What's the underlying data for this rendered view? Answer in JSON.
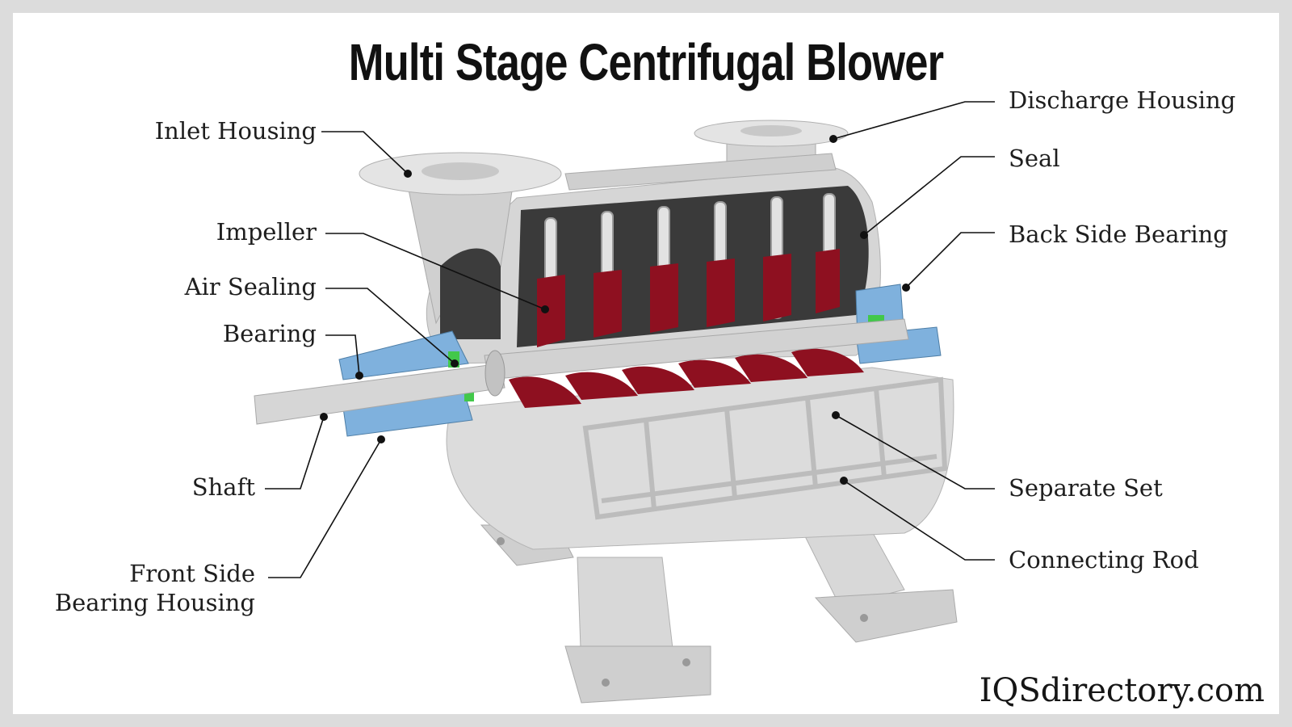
{
  "title": "Multi Stage Centrifugal Blower",
  "labels": {
    "inlet_housing": "Inlet Housing",
    "impeller": "Impeller",
    "air_sealing": "Air Sealing",
    "bearing": "Bearing",
    "shaft": "Shaft",
    "front_side_bearing_housing_line1": "Front Side",
    "front_side_bearing_housing_line2": "Bearing Housing",
    "discharge_housing": "Discharge Housing",
    "seal": "Seal",
    "back_side_bearing": "Back Side Bearing",
    "separate_set": "Separate Set",
    "connecting_rod": "Connecting Rod"
  },
  "brand": "IQSdirectory.com",
  "colors": {
    "metal": "#d9d9d9",
    "metal_dark": "#bdbdbd",
    "interior": "#3a3a3a",
    "impeller_red": "#8e1020",
    "bearing_blue": "#7fb1dd",
    "sealing_green": "#42c84a",
    "leader": "#111111"
  }
}
